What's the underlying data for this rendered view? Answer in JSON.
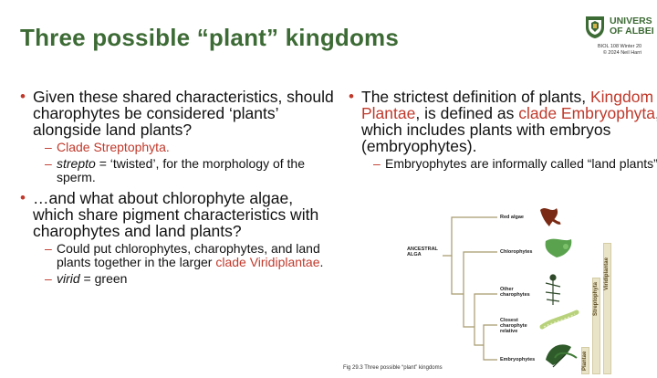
{
  "header": {
    "title": "Three possible “plant” kingdoms",
    "logo_line1": "UNIVERS",
    "logo_line2": "OF ALBEI",
    "course_line1": "BIOL 108 Winter 20",
    "course_line2": "© 2024 Neil Harri"
  },
  "left": {
    "b1_text": "Given these shared characteristics, should charophytes be considered ‘plants’ alongside land plants?",
    "b1_sub1": "Clade Streptophyta.",
    "b1_sub2_term": "strepto",
    "b1_sub2_rest": " = ‘twisted’, for the morphology of the sperm.",
    "b2_text": "…and what about chlorophyte algae, which share pigment characteristics with charophytes and land plants?",
    "b2_sub1_pre": "Could put chlorophytes, charophytes, and land plants together in the larger ",
    "b2_sub1_red": "clade Viridiplantae",
    "b2_sub1_post": ".",
    "b2_sub2_term": "virid",
    "b2_sub2_rest": " = green"
  },
  "right": {
    "b1_pre": "The strictest definition of plants, ",
    "b1_red1": "Kingdom Plantae",
    "b1_mid": ", is defined as ",
    "b1_red2": "clade Embryophyta",
    "b1_post": ", which includes plants with embryos (embryophytes).",
    "b1_sub1": "Embryophytes are informally called “land plants”."
  },
  "diagram": {
    "ancestral_line1": "ANCESTRAL",
    "ancestral_line2": "ALGA",
    "red_algae": "Red algae",
    "chlorophytes": "Chlorophytes",
    "other_line1": "Other",
    "other_line2": "charophytes",
    "closest_line1": "Closest",
    "closest_line2": "charophyte",
    "closest_line3": "relative",
    "embryophytes": "Embryophytes",
    "bar_viridiplantae": "Viridiplantae",
    "bar_streptophyta": "Streptophyta",
    "bar_plantae": "Plantae",
    "caption": "Fig 29.3 Three possible “plant” kingdoms"
  },
  "colors": {
    "title_green": "#3d6b35",
    "accent_red": "#c0392b",
    "red_alga": "#7a2a14",
    "green_alga": "#5aa24e",
    "dark_plant": "#2f4a2a",
    "pale_green": "#b7d27a"
  }
}
